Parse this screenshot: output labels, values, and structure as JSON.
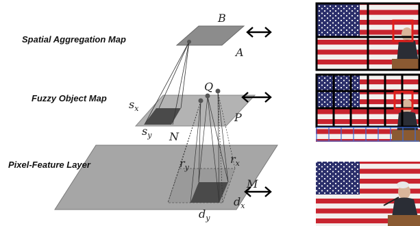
{
  "layers": {
    "spatial_aggregation": "Spatial Aggregation Map",
    "fuzzy_object": "Fuzzy Object Map",
    "pixel_feature": "Pixel-Feature Layer"
  },
  "variables": {
    "B": "B",
    "A": "A",
    "Q": "Q",
    "P": "P",
    "N": "N",
    "sx": "s",
    "sx_sub": "x",
    "sy": "s",
    "sy_sub": "y",
    "rx": "r",
    "rx_sub": "x",
    "ry": "r",
    "ry_sub": "y",
    "dx": "d",
    "dx_sub": "x",
    "dy": "d",
    "dy_sub": "y",
    "M": "M"
  },
  "colors": {
    "plane_top": "#8c8c8c",
    "plane_mid": "#b3b3b3",
    "plane_bottom": "#a6a6a6",
    "block": "#4a4a4a",
    "grid_black": "#000000",
    "box_red": "#e0201b",
    "grid_blue": "#3a6ad8",
    "flag_red": "#c8242f",
    "flag_white": "#f3f0ee",
    "flag_blue": "#2b2f6b"
  },
  "photos": [
    {
      "overlay": "coarse-grid-with-red-box"
    },
    {
      "overlay": "fine-grid-with-red-box-and-blue-grid"
    },
    {
      "overlay": "none"
    }
  ],
  "arrows": [
    "double-arrow",
    "double-arrow",
    "double-arrow"
  ]
}
